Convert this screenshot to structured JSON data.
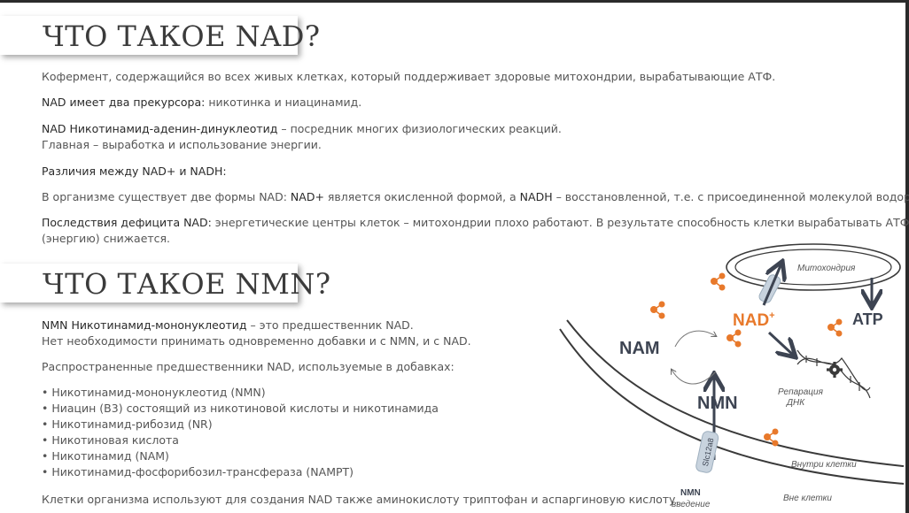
{
  "nad_section": {
    "title": "ЧТО ТАКОЕ NAD?",
    "p1": "Кофермент, содержащийся во всех живых клетках, который поддерживает здоровые митохондрии, вырабатывающие АТФ.",
    "p2_lead": "NAD имеет два прекурсора:",
    "p2_rest": " никотинка и ниацинамид.",
    "p3_lead": "NAD Никотинамид-аденин-динуклеотид",
    "p3_rest": " – посредник многих физиологических реакций.",
    "p3_line2": "Главная – выработка и использование энергии.",
    "diff_heading": "Различия между NAD+ и NADH:",
    "diff_a": "В организме существует две формы NAD: ",
    "diff_b": "NAD+",
    "diff_c": " является окисленной формой, а ",
    "diff_d": "NADH",
    "diff_e": " – восстановленной, т.е. с присоединенной молекулой водорода.",
    "deficit_lead": "Последствия дефицита NAD:",
    "deficit_rest": " энергетические центры клеток – митохондрии плохо работают. В результате способность клетки вырабатывать АТФ",
    "deficit_line2": "(энергию) снижается."
  },
  "nmn_section": {
    "title": "ЧТО ТАКОЕ NMN?",
    "p1_lead": "NMN Никотинамид-мононуклеотид",
    "p1_rest": " – это предшественник NAD.",
    "p1_line2": "Нет необходимости принимать одновременно добавки и с NMN, и с NAD.",
    "list_intro": "Распространенные предшественники NAD, используемые в добавках:",
    "list": [
      "• Никотинамид-мононуклеотид (NMN)",
      "• Ниацин (В3) состоящий из никотиновой кислоты  и никотинамида",
      "• Никотинамид-рибозид (NR)",
      "• Никотиновая кислота",
      "• Никотинамид (NAM)",
      "• Никотинамид-фосфорибозил-трансфераза (NAMPT)"
    ],
    "footer": "Клетки организма используют для создания NAD  также аминокислоту триптофан и аспаргиновую кислоту."
  },
  "diagram": {
    "mito_label": "Митохондрия",
    "nad_label": "NAD",
    "nad_sup": "+",
    "atp_label": "ATP",
    "nam_label": "NAM",
    "nmn_label": "NMN",
    "repair_line1": "Репарация",
    "repair_line2": "ДНК",
    "inside_label": "Внутри клетки",
    "outside_label": "Вне клетки",
    "transporter_label": "Slc12a8",
    "intake_line1": "NMN",
    "intake_line2": "введение",
    "orange": "#e8792b",
    "navy": "#3d4452"
  }
}
